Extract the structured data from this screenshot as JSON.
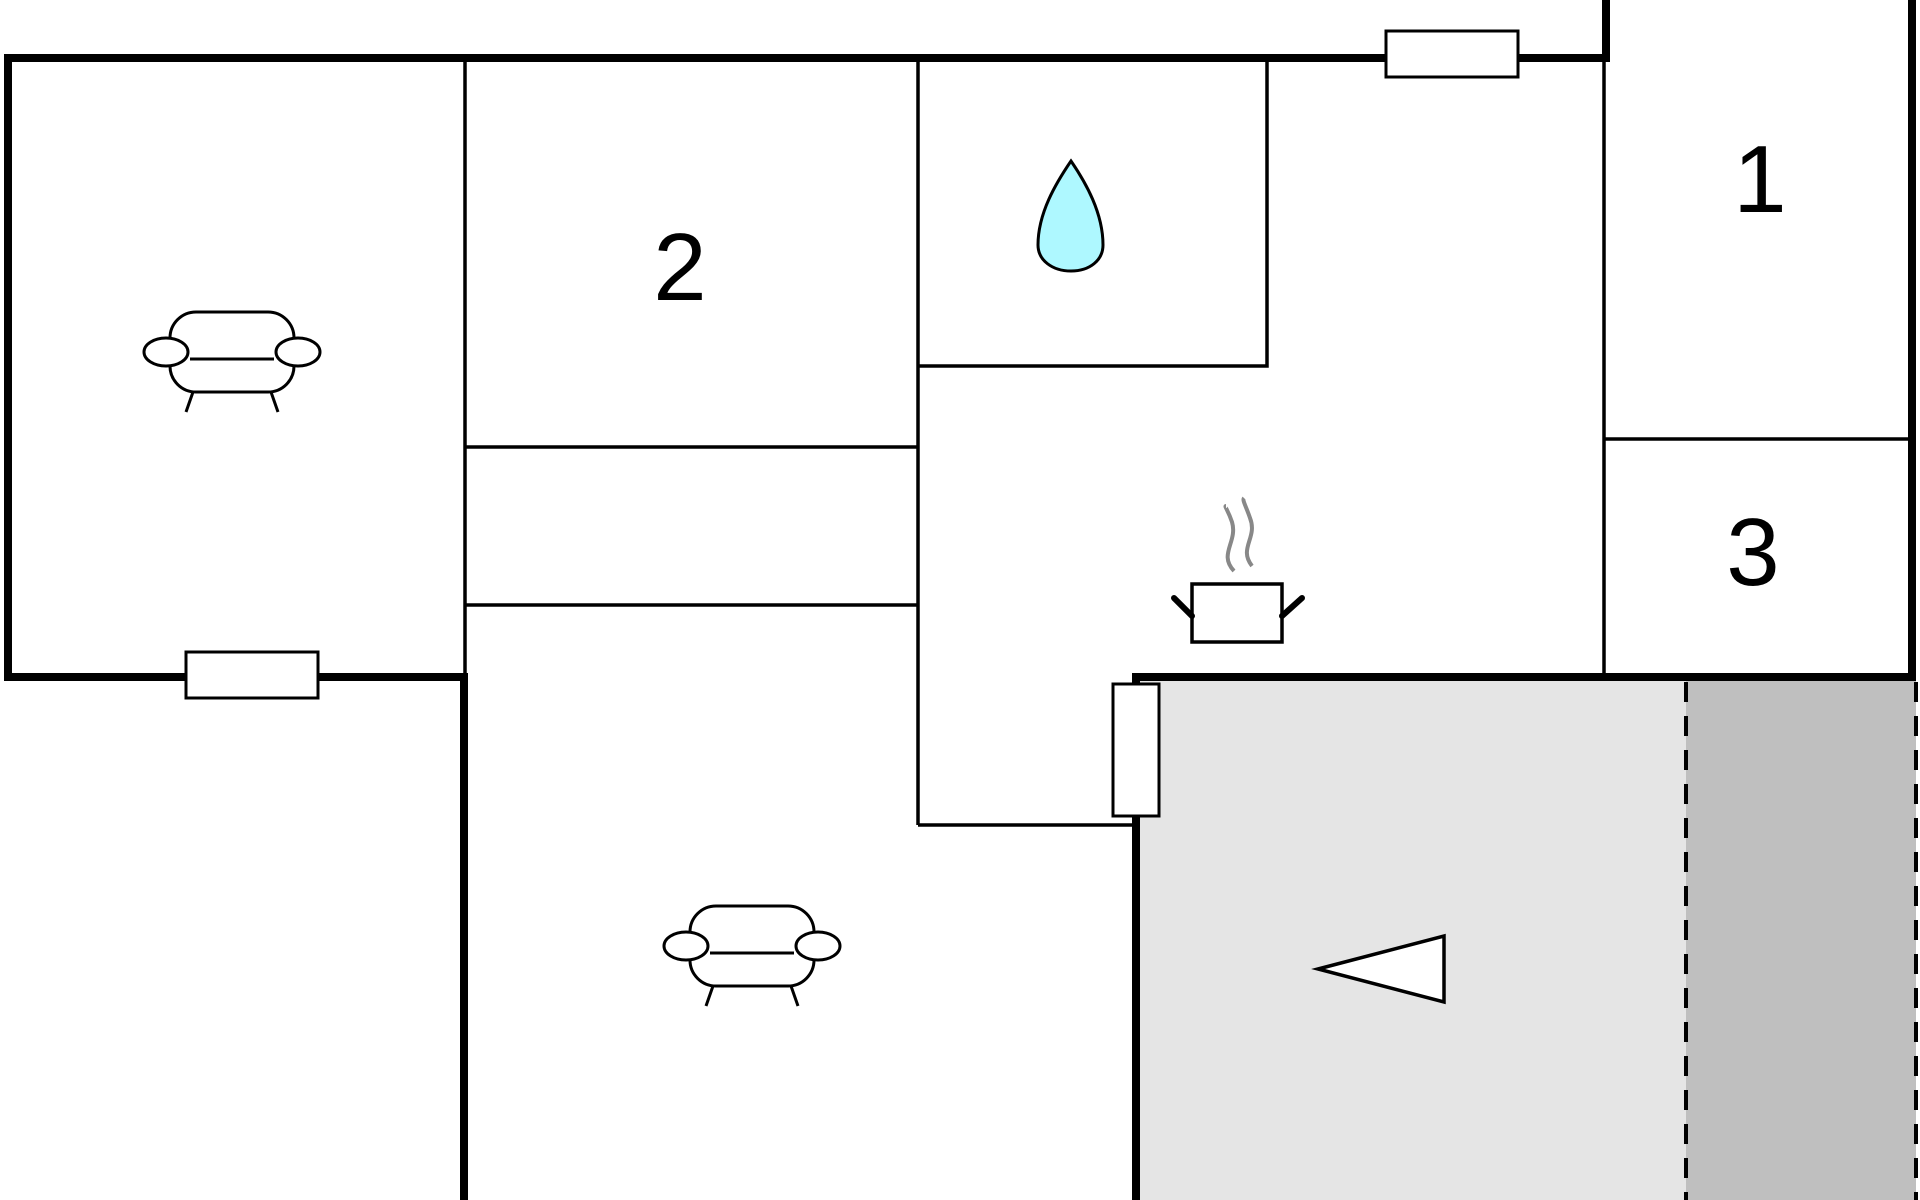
{
  "floorplan": {
    "rooms": [
      {
        "id": "bedroom-1",
        "label": "1"
      },
      {
        "id": "bedroom-2",
        "label": "2"
      },
      {
        "id": "bedroom-3",
        "label": "3"
      }
    ],
    "icons": [
      {
        "id": "sofa-upper",
        "icon": "sofa-icon"
      },
      {
        "id": "sofa-lower",
        "icon": "sofa-icon"
      },
      {
        "id": "bathroom",
        "icon": "water-drop-icon"
      },
      {
        "id": "kitchen",
        "icon": "cooking-pot-icon"
      },
      {
        "id": "terrace",
        "icon": "triangle-direction-icon"
      }
    ],
    "colors": {
      "walls": "#000000",
      "terrace": "#e5e5e5",
      "terrace_covered": "#bfbfbf",
      "water": "#aef8ff",
      "steam": "#888888"
    }
  }
}
